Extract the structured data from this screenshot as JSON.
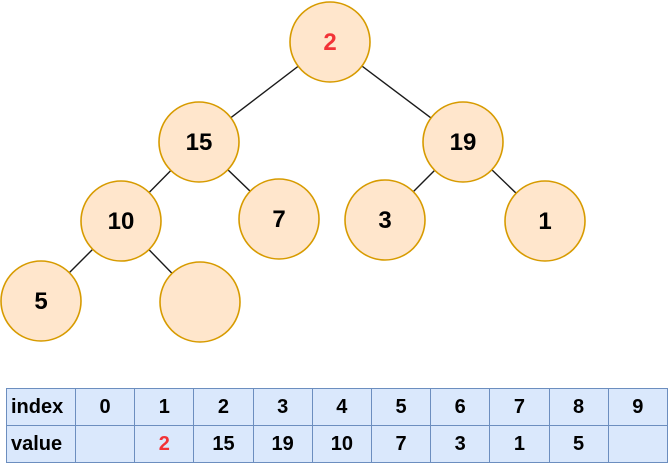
{
  "colors": {
    "background": "#FFFFFF",
    "node_fill": "#FFE6CC",
    "node_stroke": "#D79B00",
    "edge_color": "#1A1A1A",
    "highlight_red": "#F23337",
    "table_fill": "#DAE8FC",
    "table_border": "#6C8EBF",
    "text_color": "#000000"
  },
  "tree": {
    "description": "binary tree",
    "nodes": [
      {
        "id": "root",
        "label": "2",
        "highlighted": true
      },
      {
        "id": "left",
        "label": "15",
        "highlighted": false
      },
      {
        "id": "right",
        "label": "19",
        "highlighted": false
      },
      {
        "id": "left-left",
        "label": "10",
        "highlighted": false
      },
      {
        "id": "left-right",
        "label": "7",
        "highlighted": false
      },
      {
        "id": "right-left",
        "label": "3",
        "highlighted": false
      },
      {
        "id": "right-right",
        "label": "1",
        "highlighted": false
      },
      {
        "id": "left-left-left",
        "label": "5",
        "highlighted": false
      },
      {
        "id": "left-left-right",
        "label": "",
        "highlighted": false
      }
    ],
    "edges": [
      [
        "2",
        "15"
      ],
      [
        "2",
        "19"
      ],
      [
        "15",
        "10"
      ],
      [
        "15",
        "7"
      ],
      [
        "19",
        "3"
      ],
      [
        "19",
        "1"
      ],
      [
        "10",
        "5"
      ],
      [
        "10",
        ""
      ]
    ]
  },
  "table": {
    "row_headers": [
      "index",
      "value"
    ],
    "index_row": [
      "0",
      "1",
      "2",
      "3",
      "4",
      "5",
      "6",
      "7",
      "8",
      "9"
    ],
    "value_row": [
      "",
      "2",
      "15",
      "19",
      "10",
      "7",
      "3",
      "1",
      "5",
      ""
    ],
    "highlighted_value_index": 1
  }
}
